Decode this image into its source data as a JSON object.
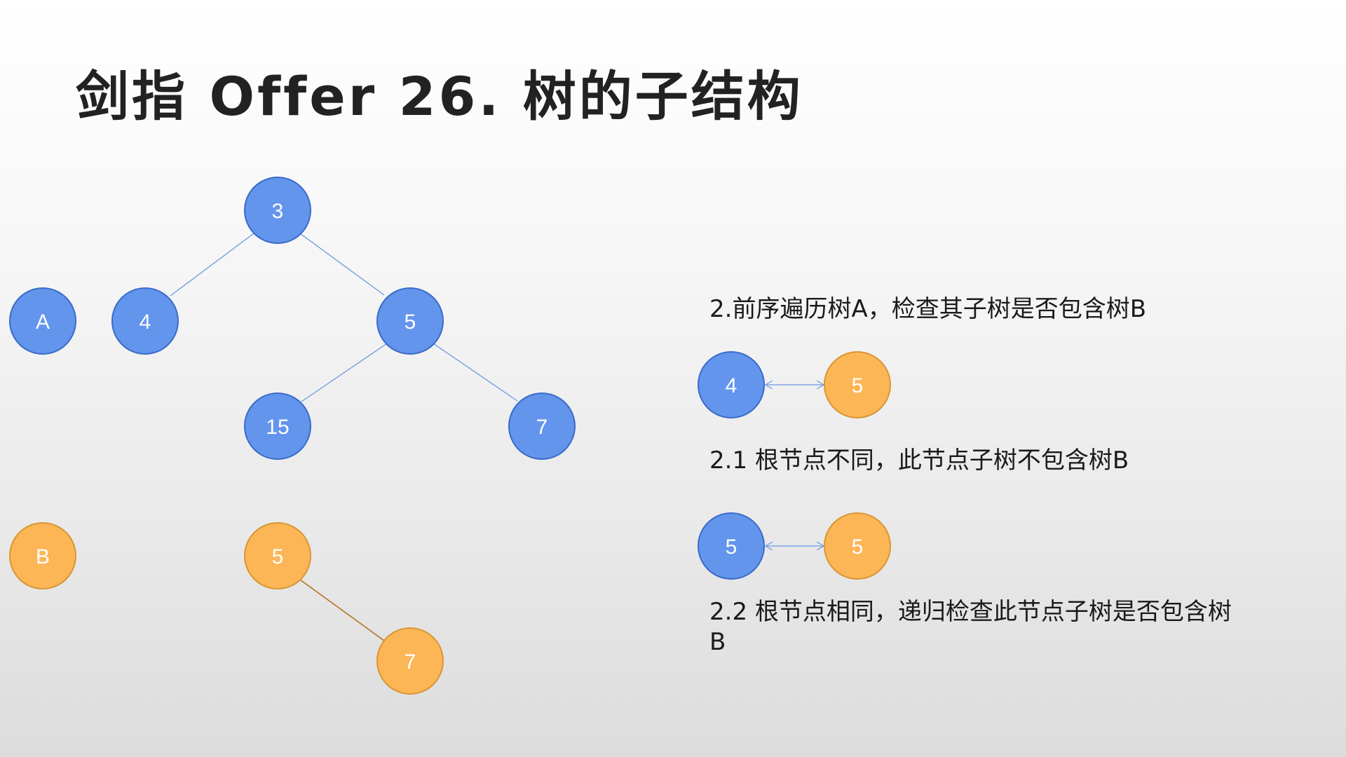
{
  "slide": {
    "title": "剑指 Offer 26. 树的子结构",
    "colors": {
      "blue_fill": "#6495ED",
      "blue_stroke": "#3A6BC8",
      "orange_fill": "#FDB656",
      "orange_stroke": "#D89633",
      "blue_edge": "#6B97E4",
      "orange_edge": "#B9803A"
    }
  },
  "tree_a": {
    "tag": "A",
    "nodes": [
      {
        "id": "a3",
        "label": "3"
      },
      {
        "id": "a4",
        "label": "4"
      },
      {
        "id": "a5",
        "label": "5"
      },
      {
        "id": "a15",
        "label": "15"
      },
      {
        "id": "a7",
        "label": "7"
      }
    ],
    "edges": [
      [
        "a3",
        "a4"
      ],
      [
        "a3",
        "a5"
      ],
      [
        "a5",
        "a15"
      ],
      [
        "a5",
        "a7"
      ]
    ]
  },
  "tree_b": {
    "tag": "B",
    "nodes": [
      {
        "id": "b5",
        "label": "5"
      },
      {
        "id": "b7",
        "label": "7"
      }
    ],
    "edges": [
      [
        "b5",
        "b7"
      ]
    ]
  },
  "steps": {
    "step2": "2.前序遍历树A，检查其子树是否包含树B",
    "compare1": {
      "left": "4",
      "right": "5"
    },
    "step2_1": "2.1 根节点不同，此节点子树不包含树B",
    "compare2": {
      "left": "5",
      "right": "5"
    },
    "step2_2": "2.2 根节点相同，递归检查此节点子树是否包含树B"
  }
}
